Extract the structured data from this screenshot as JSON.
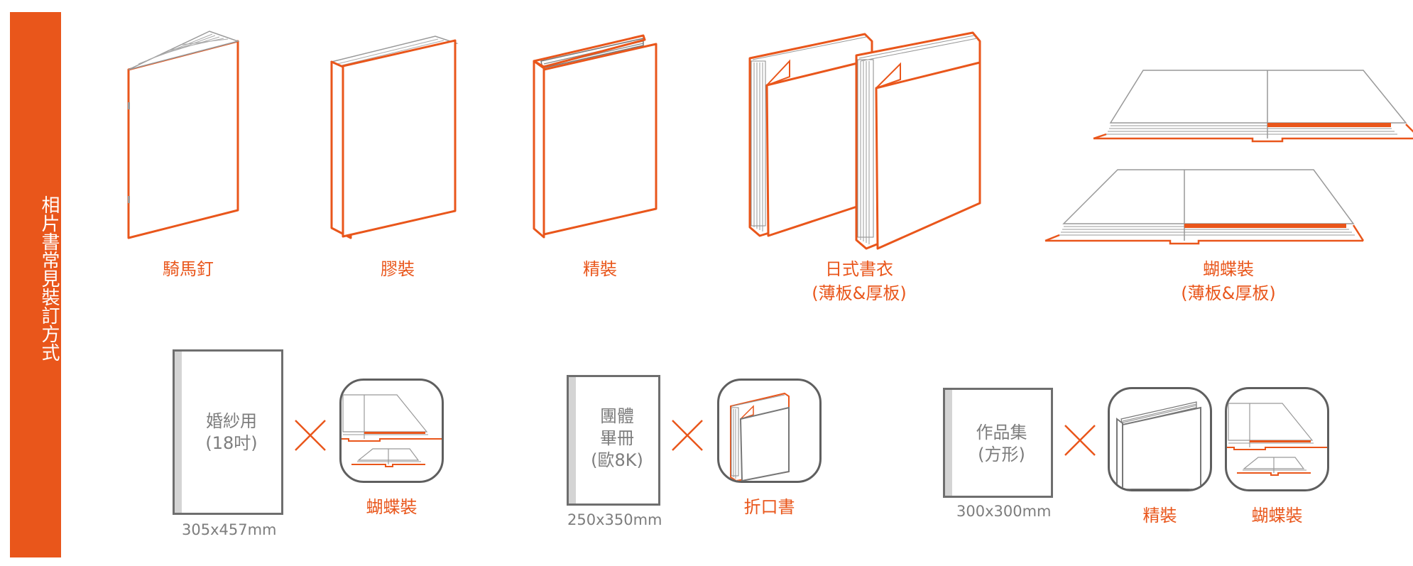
{
  "sidebar": {
    "title": "相片書常見裝訂方式",
    "color": "#e9561b"
  },
  "colors": {
    "accent": "#e9561b",
    "outline_gray": "#6e6e6e",
    "label_gray": "#7d7d7d"
  },
  "bindings": [
    {
      "id": "saddle",
      "label": "騎馬釘",
      "sub": ""
    },
    {
      "id": "perfect",
      "label": "膠裝",
      "sub": ""
    },
    {
      "id": "hardcover",
      "label": "精裝",
      "sub": ""
    },
    {
      "id": "japanese",
      "label": "日式書衣",
      "sub": "(薄板&厚板)"
    },
    {
      "id": "layflat",
      "label": "蝴蝶裝",
      "sub": "(薄板&厚板)"
    }
  ],
  "combos": [
    {
      "id": "wedding",
      "title_lines": [
        "婚紗用",
        "(18吋)"
      ],
      "size": "305x457mm",
      "options": [
        "蝴蝶裝"
      ]
    },
    {
      "id": "group",
      "title_lines": [
        "團體",
        "畢冊",
        "(歐8K)"
      ],
      "size": "250x350mm",
      "options": [
        "折口書"
      ]
    },
    {
      "id": "portfolio",
      "title_lines": [
        "作品集",
        "(方形)"
      ],
      "size": "300x300mm",
      "options": [
        "精裝",
        "蝴蝶裝"
      ]
    }
  ],
  "icons": {
    "combine": "cross-icon",
    "book_saddle": "saddle-stitch-book-icon",
    "book_perfect": "perfect-bound-book-icon",
    "book_hard": "hardcover-book-icon",
    "book_japanese": "japanese-jacket-book-icon",
    "book_layflat": "layflat-book-icon"
  }
}
